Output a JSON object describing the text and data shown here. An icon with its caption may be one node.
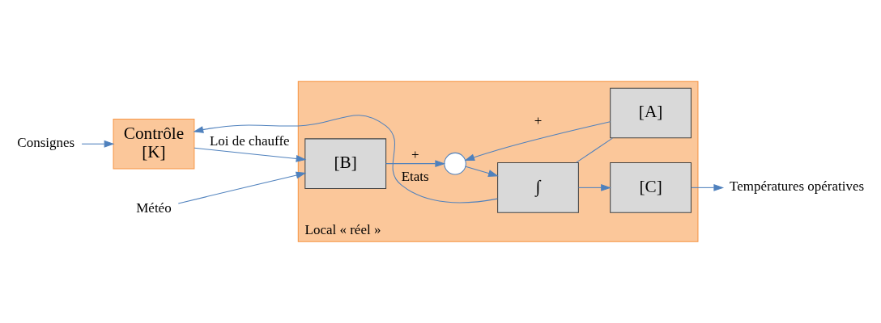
{
  "diagram": {
    "nodes": [
      {
        "text": [
          "Local « réel »"
        ]
      },
      {
        "text": [
          "[B]"
        ],
        "in": 0
      },
      {
        "text": [],
        "shape": "circle",
        "in": 0
      },
      {
        "text": [
          "∫"
        ],
        "in": 0
      },
      {
        "text": [
          "[A]"
        ],
        "in": 0
      },
      {
        "text": [
          "[C]"
        ],
        "in": 0
      },
      {
        "text": [
          "Contrôle",
          "[K]"
        ]
      },
      {
        "text": [
          "Météo"
        ]
      },
      {
        "text": [
          "Températures opératives"
        ]
      },
      {
        "text": [
          "Consignes"
        ]
      }
    ],
    "edges": [
      {
        "from": 7,
        "to": 1,
        "arrow": "to"
      },
      {
        "from": 6,
        "to": 1,
        "arrow": "to",
        "label": "Loi de chauffe"
      },
      {
        "from": 1,
        "to": 2,
        "arrow": "to",
        "label": "+"
      },
      {
        "from": 4,
        "to": 2,
        "arrow": "to",
        "label": "+"
      },
      {
        "from": 2,
        "to": 3,
        "arrow": "to"
      },
      {
        "from": 3,
        "to": 5,
        "arrow": "to"
      },
      {
        "from": 3,
        "to": 4,
        "arrow": "none"
      },
      {
        "from": 3,
        "to": 6,
        "arrow": "to",
        "label": "Etats"
      },
      {
        "from": 5,
        "to": 8,
        "arrow": "to"
      },
      {
        "from": 9,
        "to": 6,
        "arrow": "to"
      }
    ]
  }
}
